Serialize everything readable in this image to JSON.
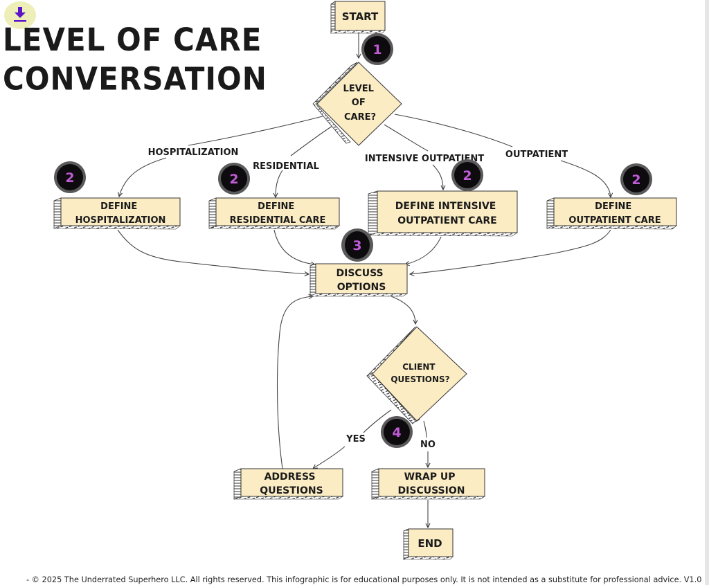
{
  "title": {
    "line1": "LEVEL OF CARE",
    "line2": "CONVERSATION"
  },
  "download_button": {
    "icon": "download-icon"
  },
  "nodes": {
    "start": {
      "label": "START"
    },
    "level_decision": {
      "lines": [
        "LEVEL",
        "OF",
        "CARE?"
      ]
    },
    "define_hosp": {
      "lines": [
        "DEFINE",
        "HOSPITALIZATION"
      ]
    },
    "define_res": {
      "lines": [
        "DEFINE",
        "RESIDENTIAL CARE"
      ]
    },
    "define_iop": {
      "lines": [
        "DEFINE INTENSIVE",
        "OUTPATIENT CARE"
      ]
    },
    "define_op": {
      "lines": [
        "DEFINE",
        "OUTPATIENT CARE"
      ]
    },
    "discuss": {
      "lines": [
        "DISCUSS",
        "OPTIONS"
      ]
    },
    "client_decision": {
      "lines": [
        "CLIENT",
        "QUESTIONS?"
      ]
    },
    "address": {
      "lines": [
        "ADDRESS",
        "QUESTIONS"
      ]
    },
    "wrap": {
      "lines": [
        "WRAP UP",
        "DISCUSSION"
      ]
    },
    "end": {
      "label": "END"
    }
  },
  "edge_labels": {
    "hospitalization": "HOSPITALIZATION",
    "residential": "RESIDENTIAL",
    "intensive_outpatient": "INTENSIVE OUTPATIENT",
    "outpatient": "OUTPATIENT",
    "yes": "YES",
    "no": "NO"
  },
  "badges": {
    "b1": "1",
    "b2_hosp": "2",
    "b2_res": "2",
    "b2_iop": "2",
    "b2_op": "2",
    "b3": "3",
    "b4": "4"
  },
  "colors": {
    "node_fill": "#fbecc4",
    "ink": "#1a1a1a",
    "badge_fill": "#0d0b0e",
    "badge_ring": "#5a5a5a",
    "badge_text": "#c05cd8",
    "download_icon": "#5b14c8"
  },
  "footer": "- © 2025 The Underrated Superhero LLC. All rights reserved. This infographic is for educational purposes only. It is not intended as a substitute for professional advice. V1.0"
}
